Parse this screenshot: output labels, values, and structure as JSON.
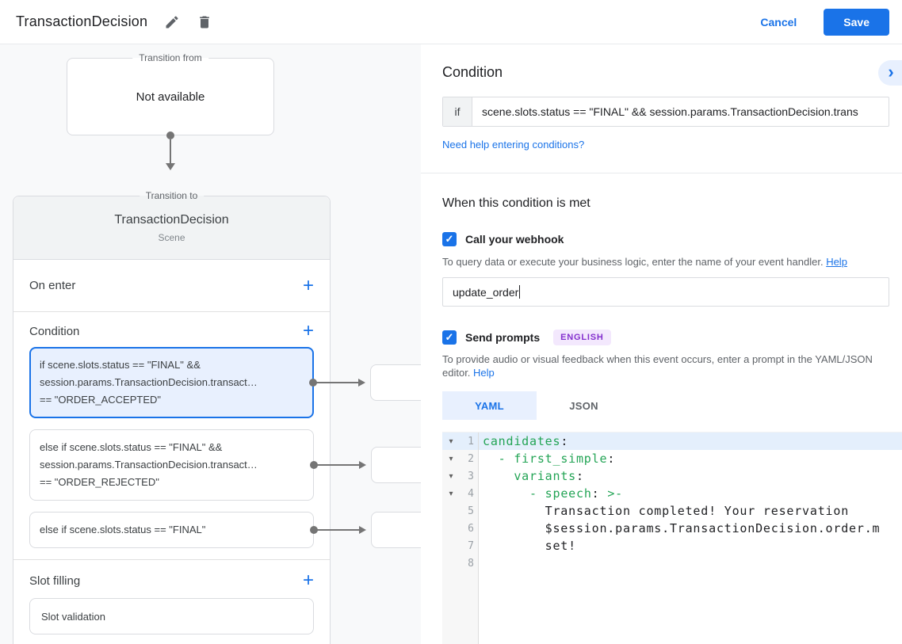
{
  "colors": {
    "accent": "#1a73e8",
    "badge_bg": "#f3e8fd",
    "badge_text": "#8430ce",
    "code_key": "#23a455"
  },
  "icons": {
    "plus": "+",
    "chevron_right": "›",
    "check": "✓",
    "fold_arrow": "▾",
    "edit": "pencil-icon",
    "delete": "trash-icon"
  },
  "header": {
    "title": "TransactionDecision",
    "cancel_label": "Cancel",
    "save_label": "Save"
  },
  "diagram": {
    "transition_from": {
      "label": "Transition from",
      "content": "Not available"
    },
    "transition_to": {
      "label": "Transition to",
      "title": "TransactionDecision",
      "subtitle": "Scene"
    },
    "on_enter": {
      "label": "On enter"
    },
    "condition": {
      "label": "Condition",
      "items": [
        {
          "selected": true,
          "lines": [
            "if scene.slots.status == \"FINAL\" &&",
            "session.params.TransactionDecision.transact…",
            "== \"ORDER_ACCEPTED\""
          ]
        },
        {
          "selected": false,
          "lines": [
            "else if scene.slots.status == \"FINAL\" &&",
            "session.params.TransactionDecision.transact…",
            "== \"ORDER_REJECTED\""
          ]
        },
        {
          "selected": false,
          "lines": [
            "else if scene.slots.status == \"FINAL\""
          ]
        }
      ]
    },
    "slot_filling": {
      "label": "Slot filling",
      "item": "Slot validation"
    }
  },
  "panel": {
    "condition": {
      "title": "Condition",
      "if_label": "if",
      "expression": "scene.slots.status == \"FINAL\" && session.params.TransactionDecision.trans",
      "help_link": "Need help entering conditions?"
    },
    "when_met_title": "When this condition is met",
    "webhook": {
      "label": "Call your webhook",
      "checked": true,
      "helper": "To query data or execute your business logic, enter the name of your event handler. ",
      "helper_link": "Help",
      "value": "update_order"
    },
    "prompts": {
      "label": "Send prompts",
      "badge": "ENGLISH",
      "checked": true,
      "helper": "To provide audio or visual feedback when this event occurs, enter a prompt in the YAML/JSON editor. ",
      "helper_link": "Help",
      "tabs": [
        {
          "label": "YAML",
          "active": true
        },
        {
          "label": "JSON",
          "active": false
        }
      ]
    },
    "editor": {
      "lines": [
        {
          "num": "1",
          "fold": true,
          "highlight": true,
          "segments": [
            {
              "t": "candidates",
              "c": "g"
            },
            {
              "t": ":",
              "c": "p"
            }
          ]
        },
        {
          "num": "2",
          "fold": true,
          "highlight": false,
          "segments": [
            {
              "t": "  ",
              "c": "p"
            },
            {
              "t": "- first_simple",
              "c": "g"
            },
            {
              "t": ":",
              "c": "p"
            }
          ]
        },
        {
          "num": "3",
          "fold": true,
          "highlight": false,
          "segments": [
            {
              "t": "    ",
              "c": "p"
            },
            {
              "t": "variants",
              "c": "g"
            },
            {
              "t": ":",
              "c": "p"
            }
          ]
        },
        {
          "num": "4",
          "fold": true,
          "highlight": false,
          "segments": [
            {
              "t": "      ",
              "c": "p"
            },
            {
              "t": "- speech",
              "c": "g"
            },
            {
              "t": ":",
              "c": "p"
            },
            {
              "t": " >-",
              "c": "g"
            }
          ]
        },
        {
          "num": "5",
          "fold": false,
          "highlight": false,
          "segments": [
            {
              "t": "        Transaction completed! Your reservation",
              "c": "p"
            }
          ]
        },
        {
          "num": "6",
          "fold": false,
          "highlight": false,
          "segments": [
            {
              "t": "        $session.params.TransactionDecision.order.m",
              "c": "p"
            }
          ]
        },
        {
          "num": "7",
          "fold": false,
          "highlight": false,
          "segments": [
            {
              "t": "        set!",
              "c": "p"
            }
          ]
        },
        {
          "num": "8",
          "fold": false,
          "highlight": false,
          "segments": []
        }
      ]
    }
  }
}
